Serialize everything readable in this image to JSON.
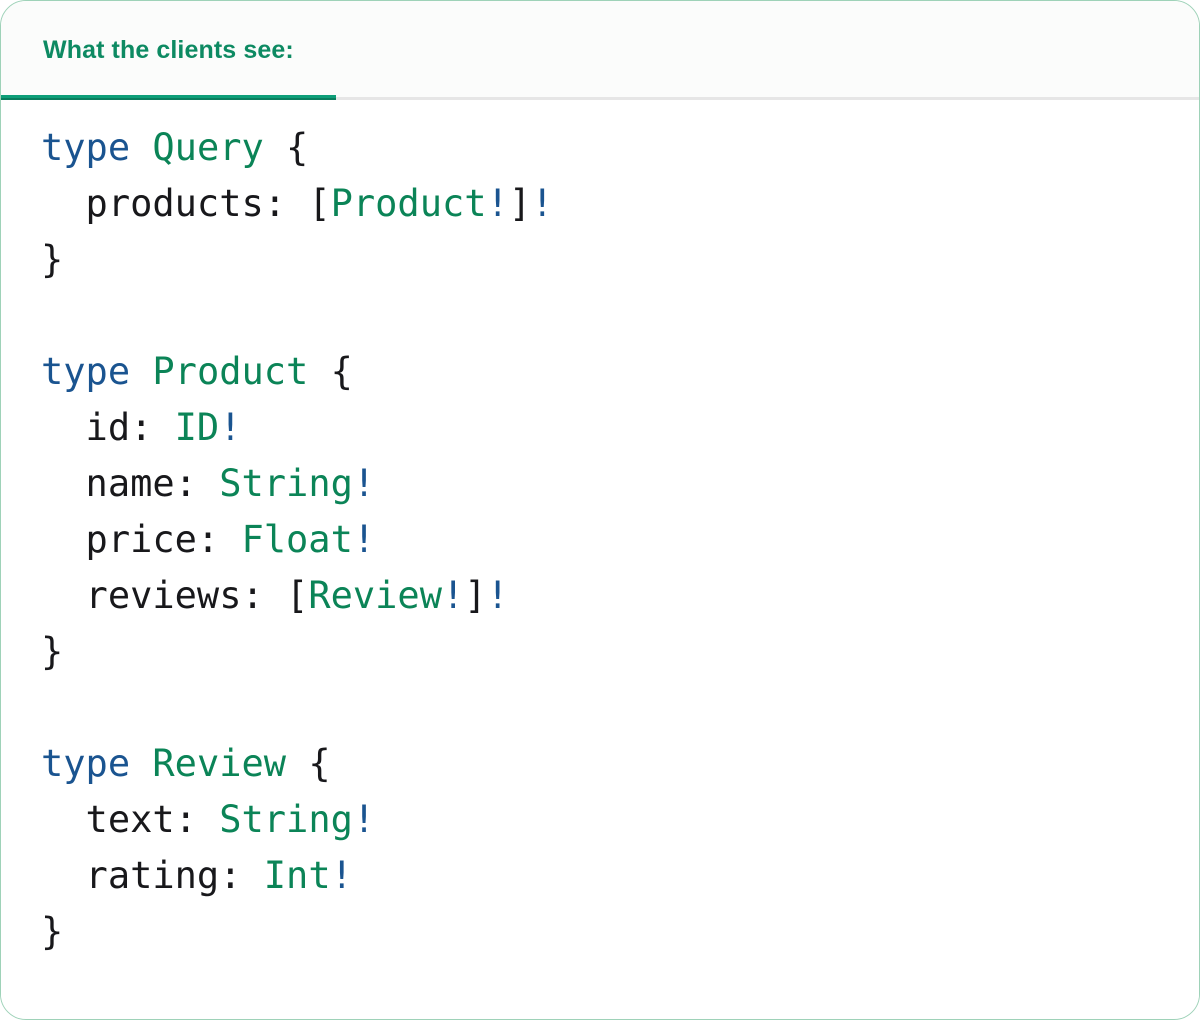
{
  "card": {
    "border_color": "#9ed2b8",
    "background": "#ffffff"
  },
  "tabbar": {
    "background": "#fbfcfb",
    "divider_color": "#e6e6e6",
    "active_indicator_color": "#0d9e78",
    "tabs": [
      {
        "id": "what-the-clients-see",
        "label": "What the clients see:",
        "active": true,
        "color": "#0d8a62"
      }
    ]
  },
  "code": {
    "language": "graphql",
    "colors": {
      "keyword": "#1a5490",
      "type_name": "#0b8457",
      "punctuation": "#18181b",
      "field": "#18181b",
      "non_null_bang": "#1a5490"
    },
    "text": "type Query {\n  products: [Product!]!\n}\n\ntype Product {\n  id: ID!\n  name: String!\n  price: Float!\n  reviews: [Review!]!\n}\n\ntype Review {\n  text: String!\n  rating: Int!\n}",
    "lines": [
      {
        "tokens": [
          {
            "t": "type",
            "c": "kw"
          },
          {
            "t": " ",
            "c": "pun"
          },
          {
            "t": "Query",
            "c": "typ"
          },
          {
            "t": " {",
            "c": "pun"
          }
        ]
      },
      {
        "tokens": [
          {
            "t": "  products: ",
            "c": "fld"
          },
          {
            "t": "[",
            "c": "pun"
          },
          {
            "t": "Product",
            "c": "typ"
          },
          {
            "t": "!",
            "c": "bang"
          },
          {
            "t": "]",
            "c": "pun"
          },
          {
            "t": "!",
            "c": "bang"
          }
        ]
      },
      {
        "tokens": [
          {
            "t": "}",
            "c": "pun"
          }
        ]
      },
      {
        "tokens": []
      },
      {
        "tokens": [
          {
            "t": "type",
            "c": "kw"
          },
          {
            "t": " ",
            "c": "pun"
          },
          {
            "t": "Product",
            "c": "typ"
          },
          {
            "t": " {",
            "c": "pun"
          }
        ]
      },
      {
        "tokens": [
          {
            "t": "  id: ",
            "c": "fld"
          },
          {
            "t": "ID",
            "c": "typ"
          },
          {
            "t": "!",
            "c": "bang"
          }
        ]
      },
      {
        "tokens": [
          {
            "t": "  name: ",
            "c": "fld"
          },
          {
            "t": "String",
            "c": "typ"
          },
          {
            "t": "!",
            "c": "bang"
          }
        ]
      },
      {
        "tokens": [
          {
            "t": "  price: ",
            "c": "fld"
          },
          {
            "t": "Float",
            "c": "typ"
          },
          {
            "t": "!",
            "c": "bang"
          }
        ]
      },
      {
        "tokens": [
          {
            "t": "  reviews: ",
            "c": "fld"
          },
          {
            "t": "[",
            "c": "pun"
          },
          {
            "t": "Review",
            "c": "typ"
          },
          {
            "t": "!",
            "c": "bang"
          },
          {
            "t": "]",
            "c": "pun"
          },
          {
            "t": "!",
            "c": "bang"
          }
        ]
      },
      {
        "tokens": [
          {
            "t": "}",
            "c": "pun"
          }
        ]
      },
      {
        "tokens": []
      },
      {
        "tokens": [
          {
            "t": "type",
            "c": "kw"
          },
          {
            "t": " ",
            "c": "pun"
          },
          {
            "t": "Review",
            "c": "typ"
          },
          {
            "t": " {",
            "c": "pun"
          }
        ]
      },
      {
        "tokens": [
          {
            "t": "  text: ",
            "c": "fld"
          },
          {
            "t": "String",
            "c": "typ"
          },
          {
            "t": "!",
            "c": "bang"
          }
        ]
      },
      {
        "tokens": [
          {
            "t": "  rating: ",
            "c": "fld"
          },
          {
            "t": "Int",
            "c": "typ"
          },
          {
            "t": "!",
            "c": "bang"
          }
        ]
      },
      {
        "tokens": [
          {
            "t": "}",
            "c": "pun"
          }
        ]
      }
    ]
  }
}
